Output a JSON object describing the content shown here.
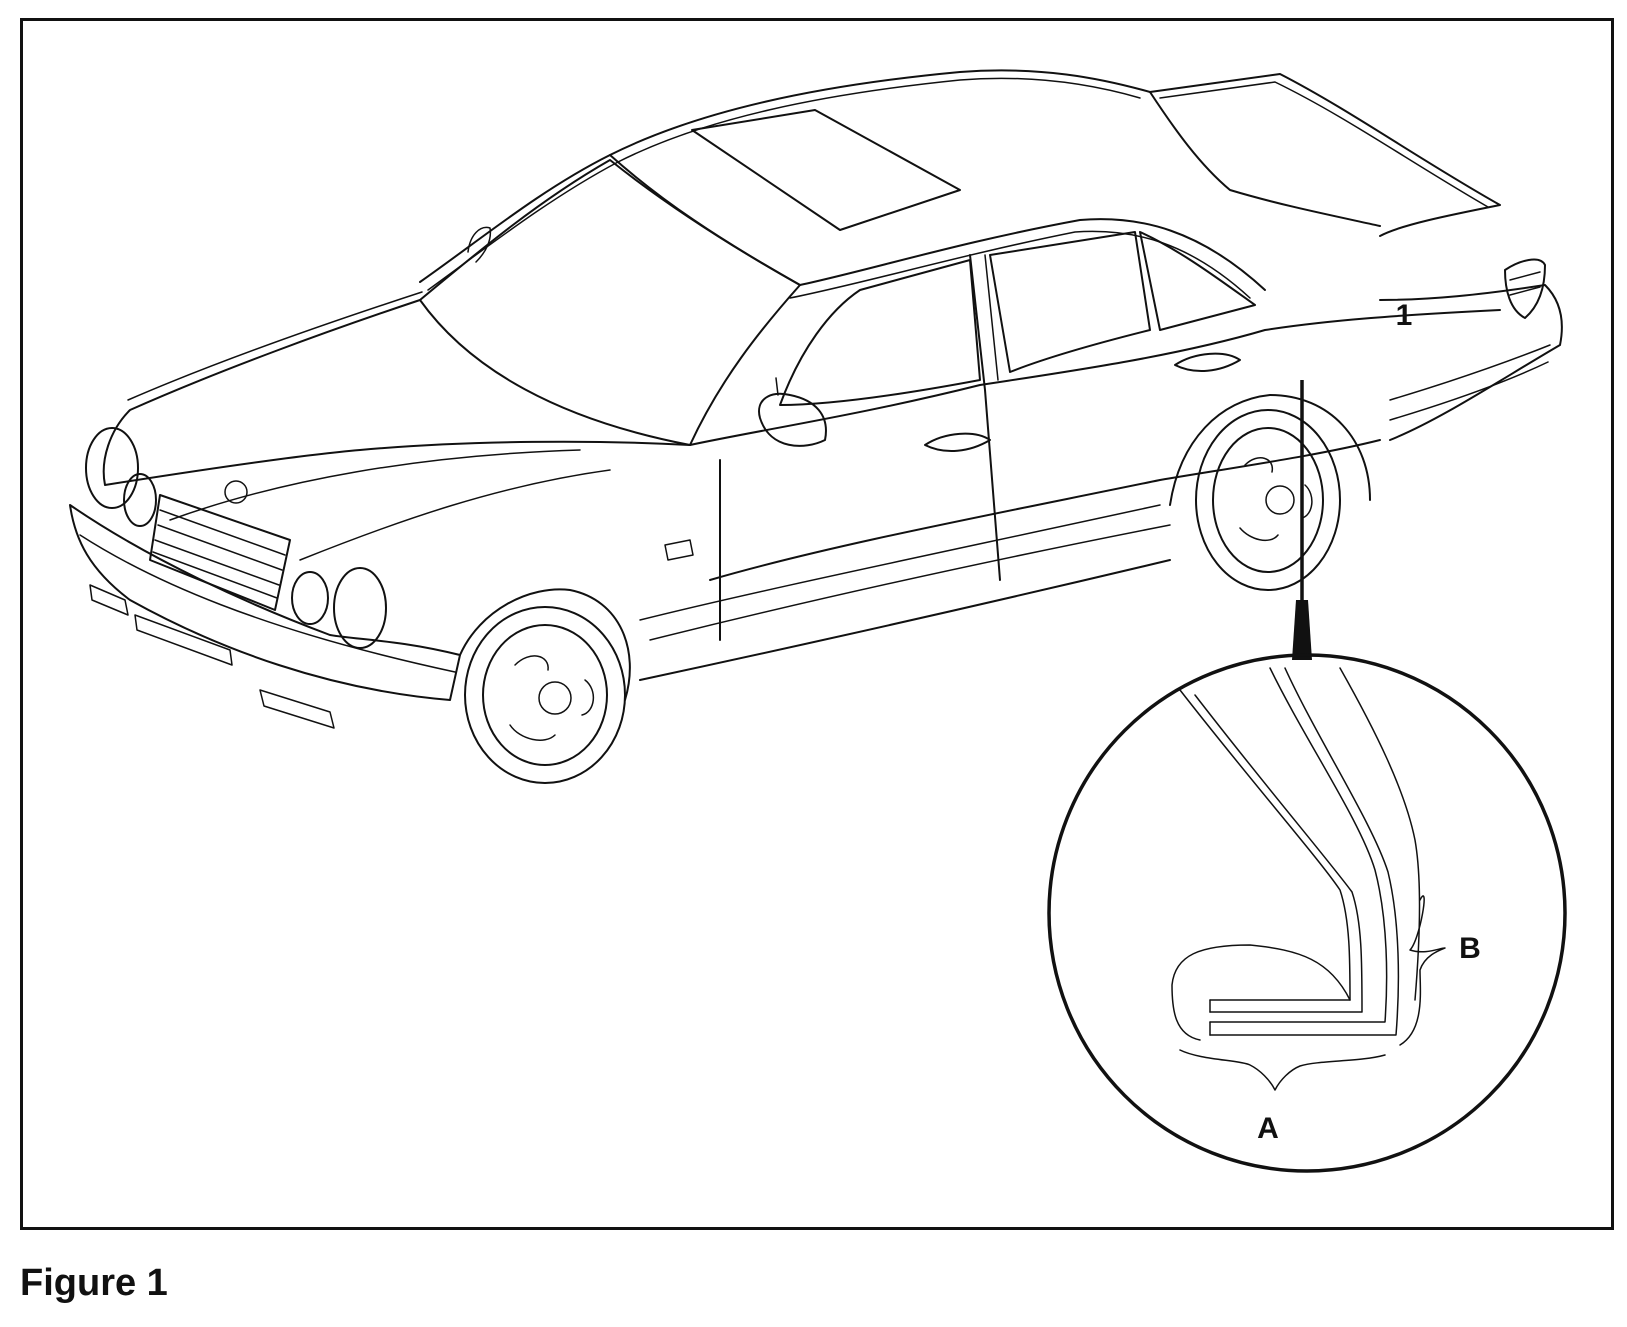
{
  "figure": {
    "caption": "Figure 1",
    "callouts": {
      "vehicle": "1",
      "a": "A",
      "b": "B"
    }
  },
  "colors": {
    "line": "#111111",
    "background": "#ffffff"
  }
}
